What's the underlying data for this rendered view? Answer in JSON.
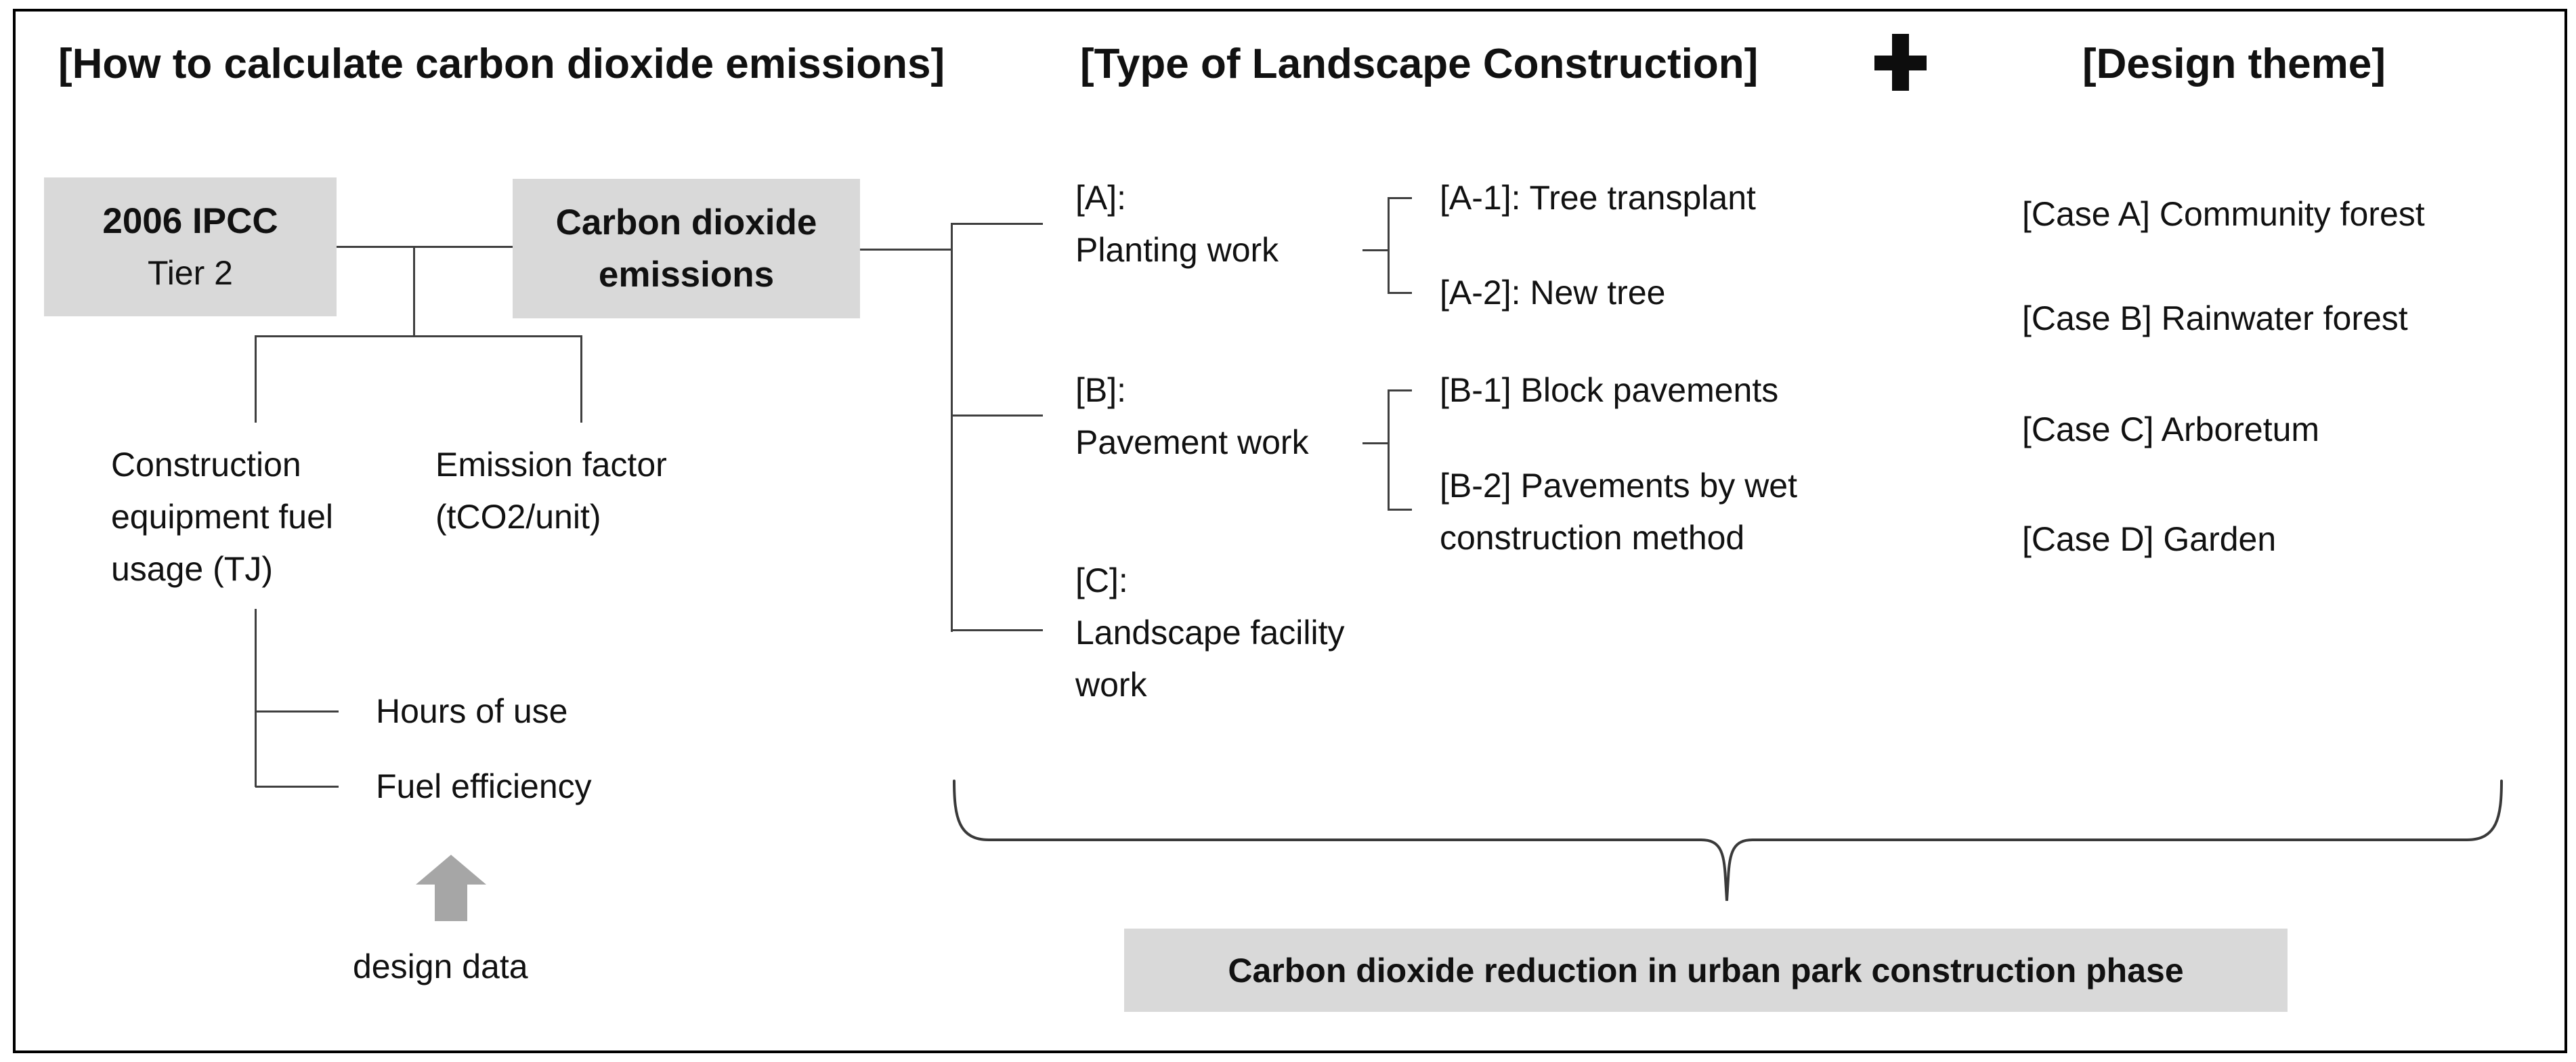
{
  "colors": {
    "box_fill": "#d9d9d9",
    "arrow_gray": "#a6a6a6",
    "connector_line": "#3f3f3f",
    "text": "#111111"
  },
  "icons": {
    "plus": "plus-icon",
    "design_data_arrow": "up-arrow-icon"
  },
  "left": {
    "title": "[How to calculate carbon dioxide emissions]",
    "ipcc_box": {
      "line1": "2006 IPCC",
      "line2": "Tier 2"
    },
    "emissions_box": "Carbon dioxide emissions",
    "fuel_usage": "Construction equipment fuel usage (TJ)",
    "emission_factor": "Emission factor (tCO2/unit)",
    "hours_of_use": "Hours of use",
    "fuel_efficiency": "Fuel efficiency",
    "design_data": "design data"
  },
  "middle": {
    "title": "[Type of Landscape Construction]",
    "items": [
      {
        "label": "[A]:",
        "name": "Planting work",
        "children": [
          "[A-1]: Tree transplant",
          "[A-2]: New tree"
        ]
      },
      {
        "label": "[B]:",
        "name": "Pavement work",
        "children": [
          "[B-1] Block pavements",
          "[B-2] Pavements by wet construction method"
        ]
      },
      {
        "label": "[C]:",
        "name": "Landscape facility work",
        "children": []
      }
    ]
  },
  "plus_sign": "+",
  "right": {
    "title": "[Design theme]",
    "cases": [
      "[Case A] Community forest",
      "[Case B] Rainwater forest",
      "[Case C] Arboretum",
      "[Case D] Garden"
    ]
  },
  "bottom": {
    "label": "Carbon dioxide reduction in urban park construction phase"
  }
}
